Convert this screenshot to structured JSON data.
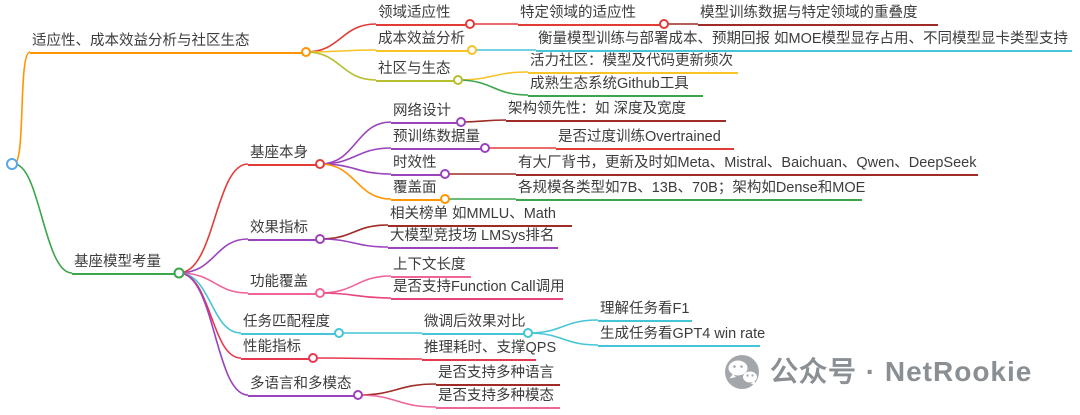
{
  "palette": {
    "orange": "#ff9502",
    "red": "#e23c39",
    "dark_red": "#9e2b25",
    "yellow": "#f7c325",
    "cyan": "#45c5d6",
    "olive": "#b8bf2e",
    "green": "#3aa64c",
    "purple": "#9b42bd",
    "pink": "#f0649a",
    "magenta": "#e8447e",
    "crimson": "#e8384f",
    "root_blue": "#5aa7e8",
    "watermark_gray": "#8a8f94"
  },
  "watermark": {
    "icon": "wechat-icon",
    "text": "公众号 · NetRookie"
  },
  "tree": [
    {
      "label": "适应性、成本效益分析与社区生态",
      "color": "#ff9502",
      "children": [
        {
          "label": "领域适应性",
          "color": "#e23c39",
          "children": [
            {
              "label": "特定领域的适应性",
              "color": "#e23c39",
              "children": [
                {
                  "label": "模型训练数据与特定领域的重叠度",
                  "color": "#9e2b25"
                }
              ]
            }
          ]
        },
        {
          "label": "成本效益分析",
          "color": "#f7c325",
          "children": [
            {
              "label": "衡量模型训练与部署成本、预期回报 如MOE模型显存占用、不同模型显卡类型支持",
              "color": "#45c5d6"
            }
          ]
        },
        {
          "label": "社区与生态",
          "color": "#b8bf2e",
          "children": [
            {
              "label": "活力社区：模型及代码更新频次",
              "color": "#f7c325"
            },
            {
              "label": "成熟生态系统Github工具",
              "color": "#3aa64c"
            }
          ]
        }
      ]
    },
    {
      "label": "基座模型考量",
      "color": "#3aa64c",
      "children": [
        {
          "label": "基座本身",
          "color": "#e23c39",
          "children": [
            {
              "label": "网络设计",
              "color": "#9b42bd",
              "children": [
                {
                  "label": "架构领先性：如 深度及宽度",
                  "color": "#9e2b25"
                }
              ]
            },
            {
              "label": "预训练数据量",
              "color": "#9b42bd",
              "children": [
                {
                  "label": "是否过度训练Overtrained",
                  "color": "#e23c39"
                }
              ]
            },
            {
              "label": "时效性",
              "color": "#9b42bd",
              "children": [
                {
                  "label": "有大厂背书，更新及时如Meta、Mistral、Baichuan、Qwen、DeepSeek",
                  "color": "#9e2b25"
                }
              ]
            },
            {
              "label": "覆盖面",
              "color": "#ff9502",
              "children": [
                {
                  "label": "各规模各类型如7B、13B、70B；架构如Dense和MOE",
                  "color": "#3aa64c"
                }
              ]
            }
          ]
        },
        {
          "label": "效果指标",
          "color": "#9b42bd",
          "children": [
            {
              "label": "相关榜单 如MMLU、Math",
              "color": "#9e2b25"
            },
            {
              "label": "大模型竞技场 LMSys排名",
              "color": "#9b42bd"
            }
          ]
        },
        {
          "label": "功能覆盖",
          "color": "#f0649a",
          "children": [
            {
              "label": "上下文长度",
              "color": "#f0649a"
            },
            {
              "label": "是否支持Function Call调用",
              "color": "#e8447e"
            }
          ]
        },
        {
          "label": "任务匹配程度",
          "color": "#45c5d6",
          "children": [
            {
              "label": "微调后效果对比",
              "color": "#45c5d6",
              "children": [
                {
                  "label": "理解任务看F1",
                  "color": "#45c5d6"
                },
                {
                  "label": "生成任务看GPT4 win rate",
                  "color": "#45c5d6"
                }
              ]
            }
          ]
        },
        {
          "label": "性能指标",
          "color": "#e8384f",
          "children": [
            {
              "label": "推理耗时、支撑QPS",
              "color": "#e8384f"
            }
          ]
        },
        {
          "label": "多语言和多模态",
          "color": "#9b42bd",
          "children": [
            {
              "label": "是否支持多种语言",
              "color": "#9e2b25"
            },
            {
              "label": "是否支持多种模态",
              "color": "#f0649a"
            }
          ]
        }
      ]
    }
  ]
}
